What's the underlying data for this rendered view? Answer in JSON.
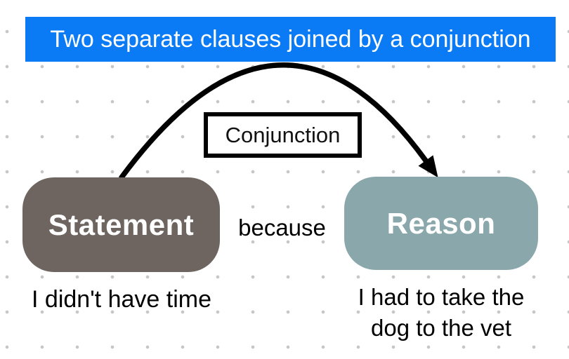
{
  "banner": {
    "title": "Two separate clauses joined by a conjunction"
  },
  "conjunction": {
    "label": "Conjunction"
  },
  "connector": {
    "word": "because"
  },
  "statement": {
    "title": "Statement",
    "example": "I didn't have time"
  },
  "reason": {
    "title": "Reason",
    "example_line1": "I had to take the",
    "example_line2": "dog to the vet"
  },
  "icons": {
    "connector_arrow": "curved-arrow"
  },
  "colors": {
    "background": "#ffffff",
    "dot_grid": "#c6c6c6",
    "banner_bg": "#0a7af5",
    "banner_text": "#ffffff",
    "statement_bg": "#6e6560",
    "reason_bg": "#8aa8ab",
    "node_text": "#ffffff",
    "arrow": "#000000",
    "label_border": "#000000"
  }
}
